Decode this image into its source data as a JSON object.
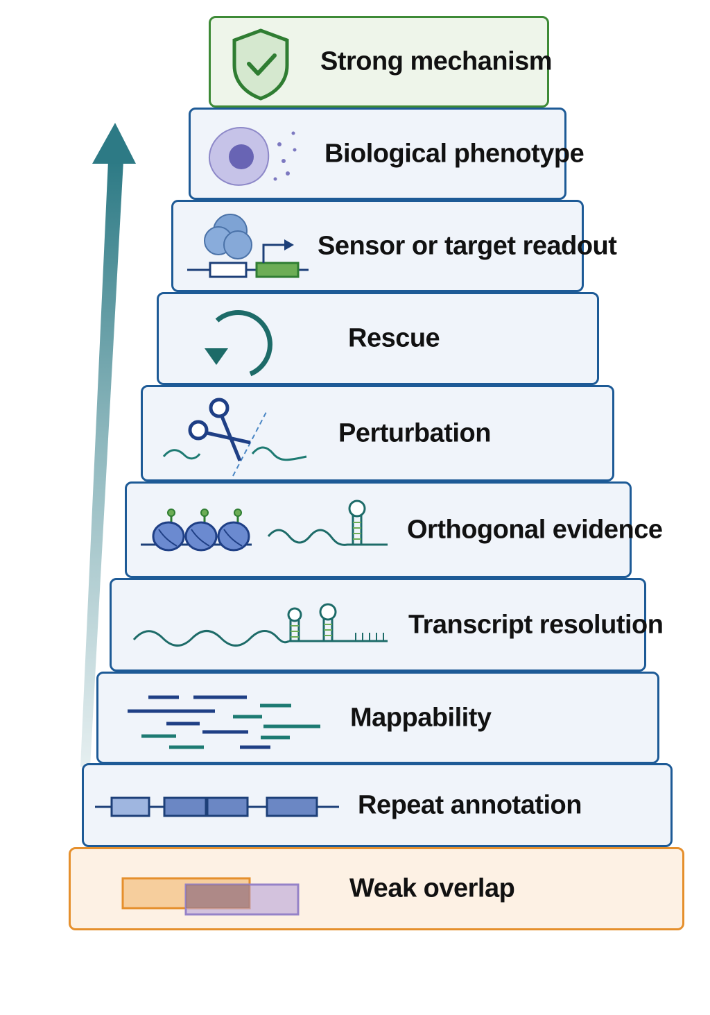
{
  "colors": {
    "step_border": "#1d5a96",
    "step_fill": "#f0f4fa",
    "top_border": "#3d8a36",
    "top_fill": "#eef5ea",
    "bottom_border": "#e58f2c",
    "bottom_fill": "#fdf1e4",
    "arrow": "#2d7a85"
  },
  "steps": [
    {
      "label": "Strong mechanism",
      "icon": "shield-check-icon"
    },
    {
      "label": "Biological phenotype",
      "icon": "cell-icon"
    },
    {
      "label": "Sensor or target readout",
      "icon": "reporter-construct-icon"
    },
    {
      "label": "Rescue",
      "icon": "circular-arrow-icon"
    },
    {
      "label": "Perturbation",
      "icon": "scissors-cut-rna-icon"
    },
    {
      "label": "Orthogonal evidence",
      "icon": "nucleosome-rna-hairpin-icon"
    },
    {
      "label": "Transcript resolution",
      "icon": "transcript-hairpins-icon"
    },
    {
      "label": "Mappability",
      "icon": "sequencing-reads-icon"
    },
    {
      "label": "Repeat annotation",
      "icon": "repeat-blocks-icon"
    },
    {
      "label": "Weak overlap",
      "icon": "overlapping-rectangles-icon"
    }
  ]
}
